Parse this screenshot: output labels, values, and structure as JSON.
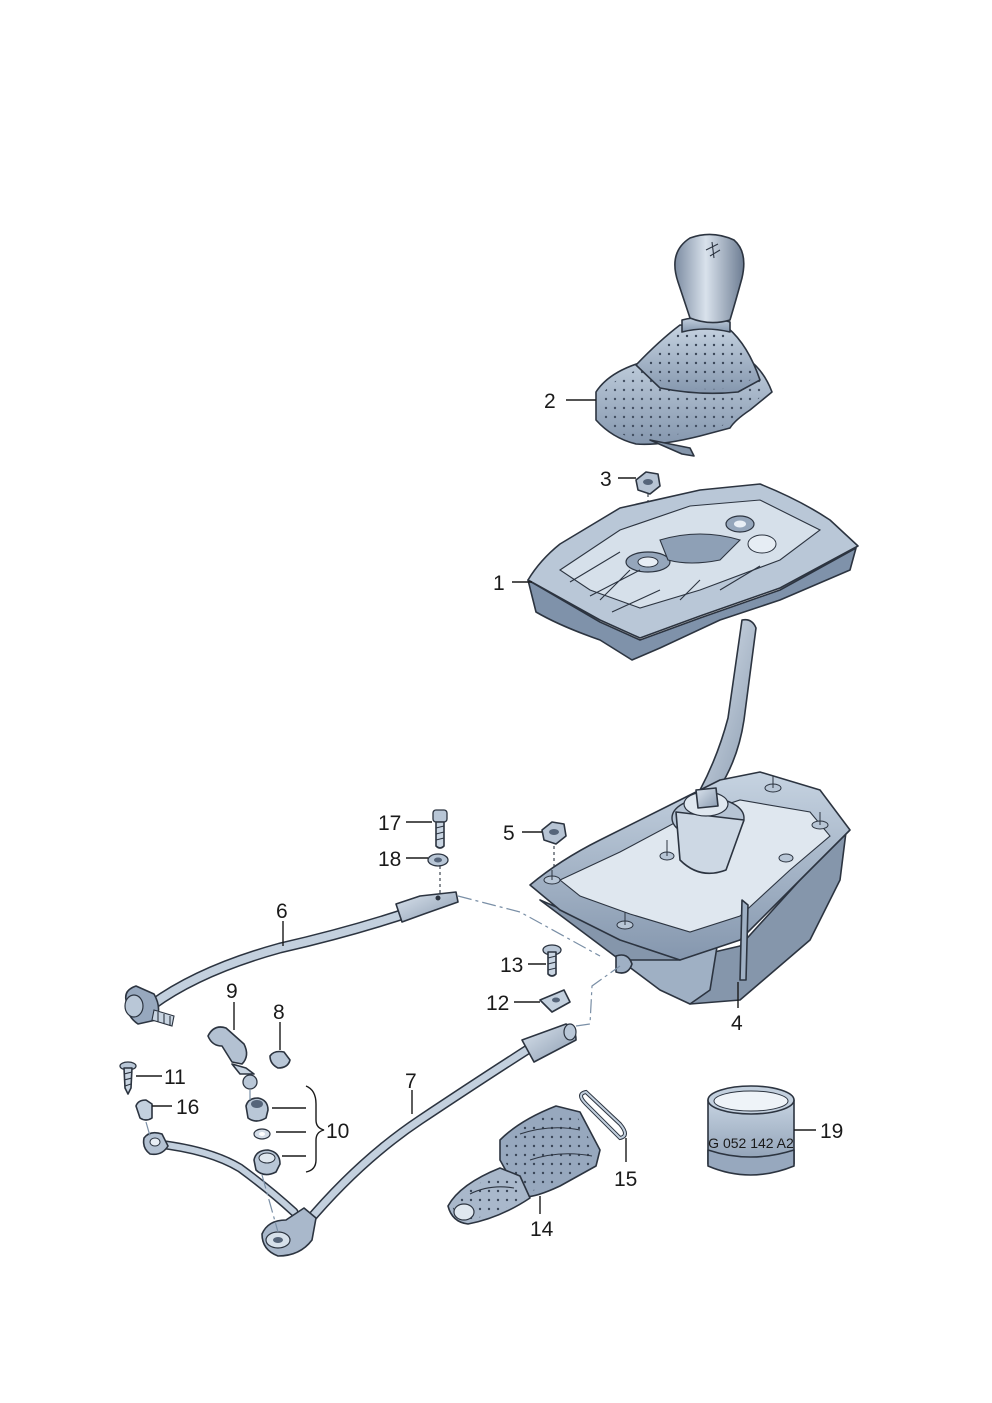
{
  "diagram": {
    "callouts": [
      {
        "id": "c1",
        "label": "1"
      },
      {
        "id": "c2",
        "label": "2"
      },
      {
        "id": "c3",
        "label": "3"
      },
      {
        "id": "c4",
        "label": "4"
      },
      {
        "id": "c5",
        "label": "5"
      },
      {
        "id": "c6",
        "label": "6"
      },
      {
        "id": "c7",
        "label": "7"
      },
      {
        "id": "c8",
        "label": "8"
      },
      {
        "id": "c9",
        "label": "9"
      },
      {
        "id": "c10",
        "label": "10"
      },
      {
        "id": "c11",
        "label": "11"
      },
      {
        "id": "c12",
        "label": "12"
      },
      {
        "id": "c13",
        "label": "13"
      },
      {
        "id": "c14",
        "label": "14"
      },
      {
        "id": "c15",
        "label": "15"
      },
      {
        "id": "c16",
        "label": "16"
      },
      {
        "id": "c17",
        "label": "17"
      },
      {
        "id": "c18",
        "label": "18"
      },
      {
        "id": "c19",
        "label": "19"
      }
    ],
    "sleeve_marking": "G 052 142 A2",
    "colors": {
      "part_fill": "#a9b8cb",
      "part_light": "#d3dde8",
      "part_dark": "#6f8199",
      "outline": "#2c3440"
    }
  }
}
